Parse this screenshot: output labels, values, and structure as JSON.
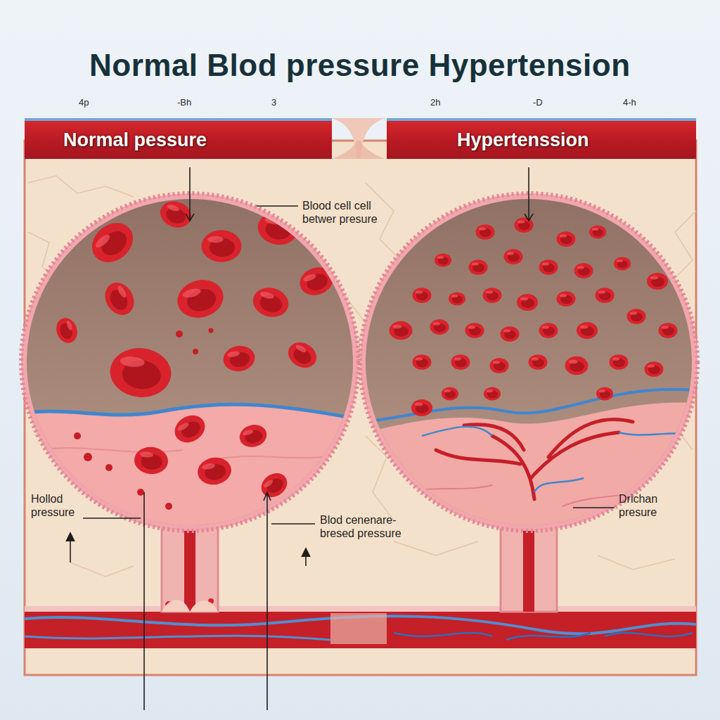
{
  "diagram": {
    "title": "Normal Blod pressure Hypertension",
    "nodes": [
      {
        "text": [
          "Normal pessure"
        ]
      },
      {
        "text": [
          "Hypertenssion"
        ]
      }
    ],
    "labels": [
      "4p",
      "-Bh",
      "3",
      "2h",
      "-D",
      "4-h",
      "Blood cell cell betwer presure",
      "Hollod pressure",
      "Blod cenenare-bresed pressure",
      "Drichan presure"
    ]
  }
}
